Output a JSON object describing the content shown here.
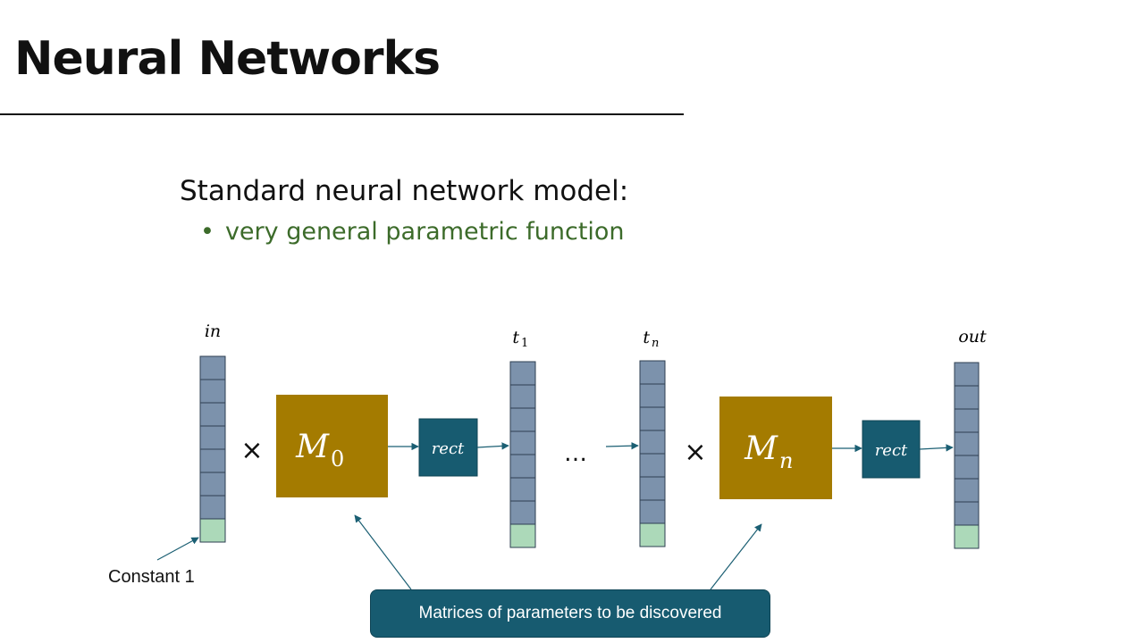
{
  "slide": {
    "title": "Neural Networks",
    "heading": "Standard neural network model:",
    "bullet_marker": "•",
    "bullet": "very general parametric function"
  },
  "diagram": {
    "vector_labels": {
      "in": "in",
      "t1_base": "t",
      "t1_sub": "1",
      "tn_base": "t",
      "tn_sub": "n",
      "out": "out"
    },
    "matrix_0": {
      "base": "M",
      "sub": "0"
    },
    "matrix_n": {
      "base": "M",
      "sub": "n"
    },
    "rect_label": "rect",
    "times_symbol": "×",
    "ellipsis": "…",
    "constant_label": "Constant 1",
    "callout": "Matrices of parameters to be discovered",
    "colors": {
      "cell": "#7c92ac",
      "bias_cell": "#acd9b9",
      "matrix": "#a47b00",
      "rect_box": "#175b70",
      "arrow": "#1b5f73",
      "callout": "#175b70"
    }
  }
}
